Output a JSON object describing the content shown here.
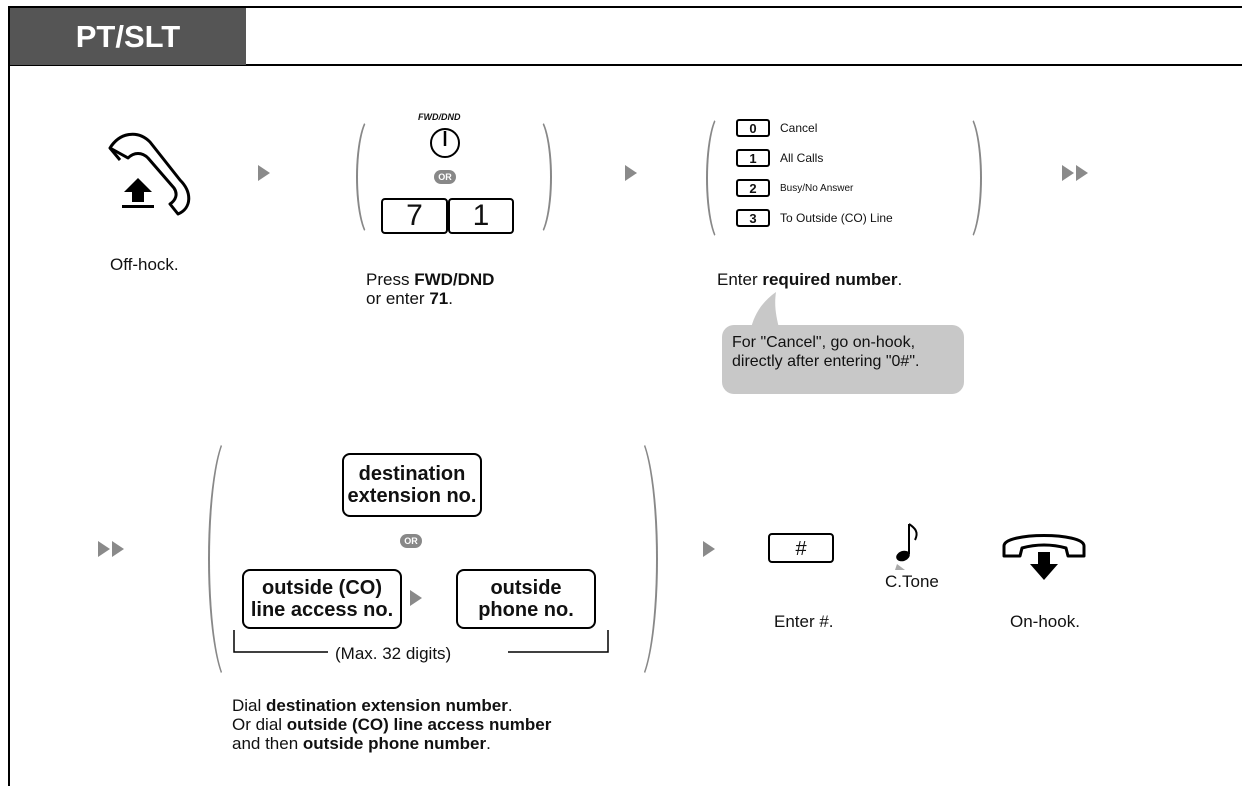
{
  "header": {
    "tab_label": "PT/SLT"
  },
  "step1": {
    "caption": "Off-hock."
  },
  "step2": {
    "button_label": "FWD/DND",
    "or_label": "OR",
    "key_7": "7",
    "key_1": "1",
    "caption_line1_pre": "Press ",
    "caption_line1_bold": "FWD/DND",
    "caption_line2_pre": "or enter ",
    "caption_line2_bold": "71",
    "caption_line2_post": "."
  },
  "step3": {
    "options": [
      {
        "key": "0",
        "label": "Cancel"
      },
      {
        "key": "1",
        "label": "All Calls"
      },
      {
        "key": "2",
        "label": "Busy/No Answer"
      },
      {
        "key": "3",
        "label": "To Outside (CO) Line"
      }
    ],
    "caption_pre": "Enter ",
    "caption_bold": "required number",
    "caption_post": ".",
    "note_line1": "For \"Cancel\", go on-hook,",
    "note_line2": "directly after entering \"0#\"."
  },
  "step4": {
    "box_dest_line1": "destination",
    "box_dest_line2": "extension no.",
    "or_label": "OR",
    "box_co_line1": "outside (CO)",
    "box_co_line2": "line access no.",
    "box_phone_line1": "outside",
    "box_phone_line2": "phone no.",
    "max_digits": "(Max. 32 digits)",
    "cap1_pre": "Dial ",
    "cap1_bold": "destination extension number",
    "cap1_post": ".",
    "cap2_pre": "Or dial ",
    "cap2_bold": "outside (CO) line access number",
    "cap3_pre": "and then ",
    "cap3_bold": "outside phone number",
    "cap3_post": "."
  },
  "step5": {
    "key_symbol": "#",
    "caption": "Enter #.",
    "tone_label": "C.Tone"
  },
  "step6": {
    "caption": "On-hook."
  },
  "colors": {
    "tab": "#555555",
    "arrow": "#8a8a8a",
    "bubble": "#c8c8c8"
  }
}
